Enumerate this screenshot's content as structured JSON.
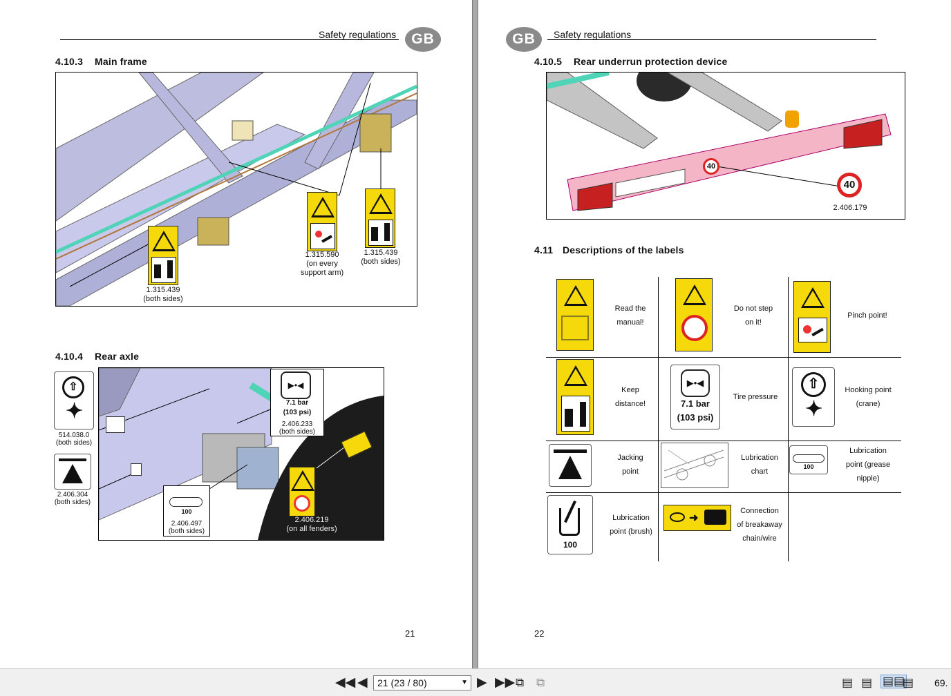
{
  "left_page": {
    "header": "Safety regulations",
    "lang_badge": "GB",
    "section_main_frame": {
      "num": "4.10.3",
      "title": "Main frame"
    },
    "main_frame_captions": {
      "c1_code": "1.315.439",
      "c1_note": "(both sides)",
      "c2_code": "1.315.590",
      "c2_note1": "(on every",
      "c2_note2": "support arm)",
      "c3_code": "1.315.439",
      "c3_note": "(both sides)"
    },
    "section_rear_axle": {
      "num": "4.10.4",
      "title": "Rear axle"
    },
    "rear_axle_captions": {
      "hook_code": "514.038.0",
      "hook_note": "(both sides)",
      "jack_code": "2.406.304",
      "jack_note": "(both sides)",
      "tire_bar": "7.1 bar",
      "tire_psi": "(103 psi)",
      "tire_code": "2.406.233",
      "tire_note": "(both sides)",
      "grease_code": "2.406.497",
      "grease_note": "(both sides)",
      "fender_code": "2.406.219",
      "fender_note": "(on all fenders)",
      "grease_icon_text": "100"
    },
    "page_number": "21"
  },
  "right_page": {
    "header": "Safety regulations",
    "lang_badge": "GB",
    "section_rear_underrun": {
      "num": "4.10.5",
      "title": "Rear underrun protection device"
    },
    "speed_sign": "40",
    "speed_code": "2.406.179",
    "section_labels": {
      "num": "4.11",
      "title": "Descriptions of the labels"
    },
    "labels": {
      "read_manual_1": "Read the",
      "read_manual_2": "manual!",
      "no_step_1": "Do not step",
      "no_step_2": "on it!",
      "pinch": "Pinch point!",
      "keep_1": "Keep",
      "keep_2": "distance!",
      "tire_bar": "7.1 bar",
      "tire_psi": "(103 psi)",
      "tire_pressure": "Tire pressure",
      "hook_1": "Hooking point",
      "hook_2": "(crane)",
      "jack_1": "Jacking",
      "jack_2": "point",
      "lubchart_1": "Lubrication",
      "lubchart_2": "chart",
      "grease_1": "Lubrication",
      "grease_2": "point (grease",
      "grease_3": "nipple)",
      "brush_1": "Lubrication",
      "brush_2": "point (brush)",
      "break_1": "Connection",
      "break_2": "of breakaway",
      "break_3": "chain/wire",
      "oil_text": "100",
      "grease_icon_text": "100"
    },
    "page_number": "22"
  },
  "toolbar": {
    "page_select": "21 (23 / 80)",
    "zoom": "69.",
    "first_icon": "first-page-icon",
    "prev_icon": "prev-page-icon",
    "next_icon": "next-page-icon",
    "last_icon": "last-page-icon"
  }
}
